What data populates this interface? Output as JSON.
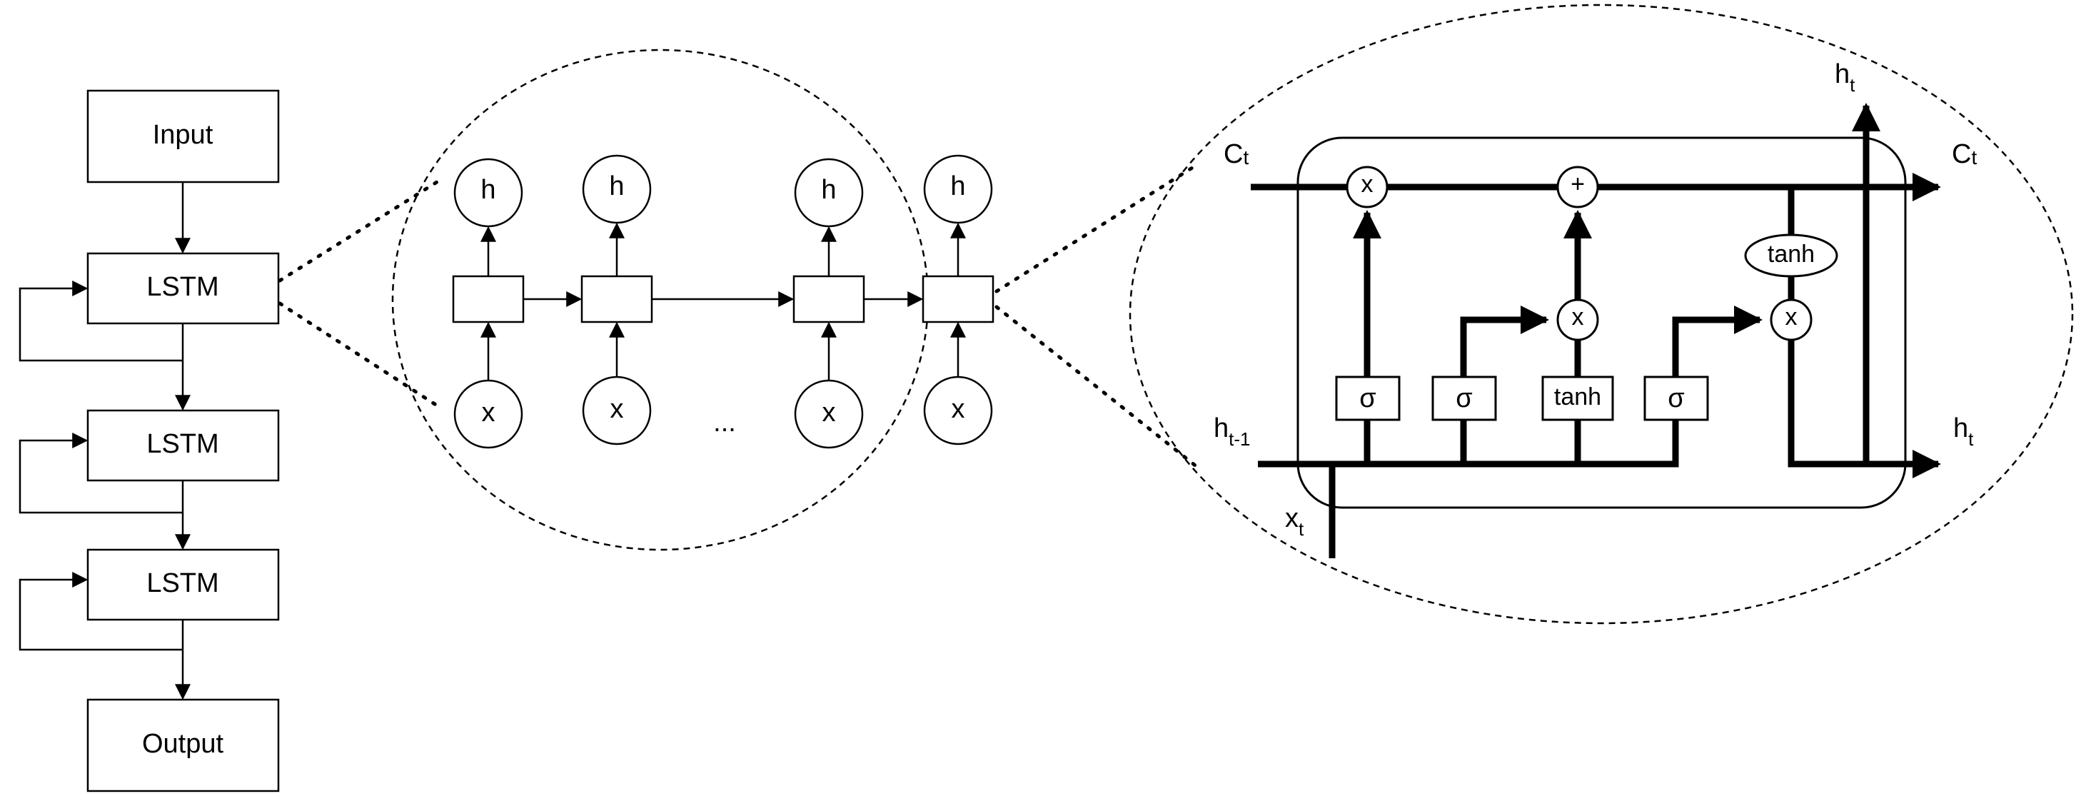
{
  "stack": {
    "input": "Input",
    "layers": [
      "LSTM",
      "LSTM",
      "LSTM"
    ],
    "output": "Output"
  },
  "unrolled": {
    "hidden_label": "h",
    "input_label": "x",
    "ellipsis": "..."
  },
  "cell": {
    "c_in": "C",
    "c_in_sub": "t",
    "c_out": "C",
    "c_out_sub": "t",
    "h_prev": "h",
    "h_prev_sub": "t-1",
    "x_in": "x",
    "x_in_sub": "t",
    "h_top": "h",
    "h_top_sub": "t",
    "h_right": "h",
    "h_right_sub": "t",
    "op_forget_mult": "x",
    "op_add": "+",
    "op_input_mult": "x",
    "op_output_mult": "x",
    "tanh_out": "tanh",
    "gate_forget": "σ",
    "gate_input": "σ",
    "gate_candidate": "tanh",
    "gate_output": "σ"
  }
}
